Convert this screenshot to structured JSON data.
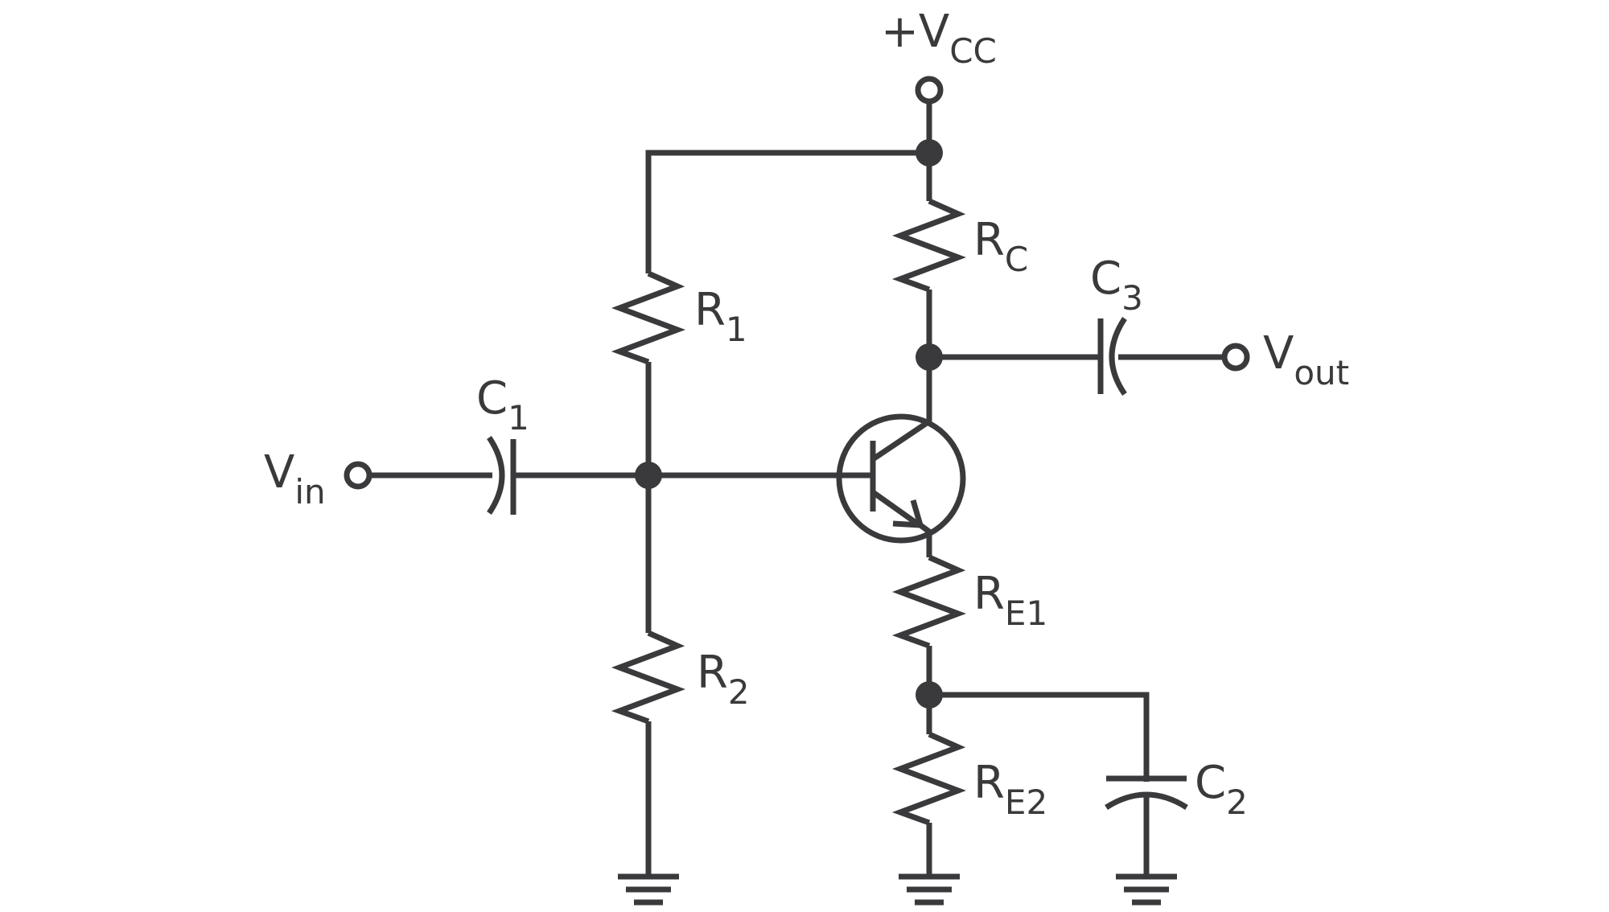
{
  "colors": {
    "ink": "#3a3a3c",
    "background": "#ffffff"
  },
  "labels": {
    "vcc": {
      "main": "+V",
      "sub": "CC"
    },
    "vin": {
      "main": "V",
      "sub": "in"
    },
    "vout": {
      "main": "V",
      "sub": "out"
    },
    "r1": {
      "main": "R",
      "sub": "1"
    },
    "r2": {
      "main": "R",
      "sub": "2"
    },
    "rc": {
      "main": "R",
      "sub": "C"
    },
    "re1": {
      "main": "R",
      "sub": "E1"
    },
    "re2": {
      "main": "R",
      "sub": "E2"
    },
    "c1": {
      "main": "C",
      "sub": "1"
    },
    "c2": {
      "main": "C",
      "sub": "2"
    },
    "c3": {
      "main": "C",
      "sub": "3"
    }
  }
}
